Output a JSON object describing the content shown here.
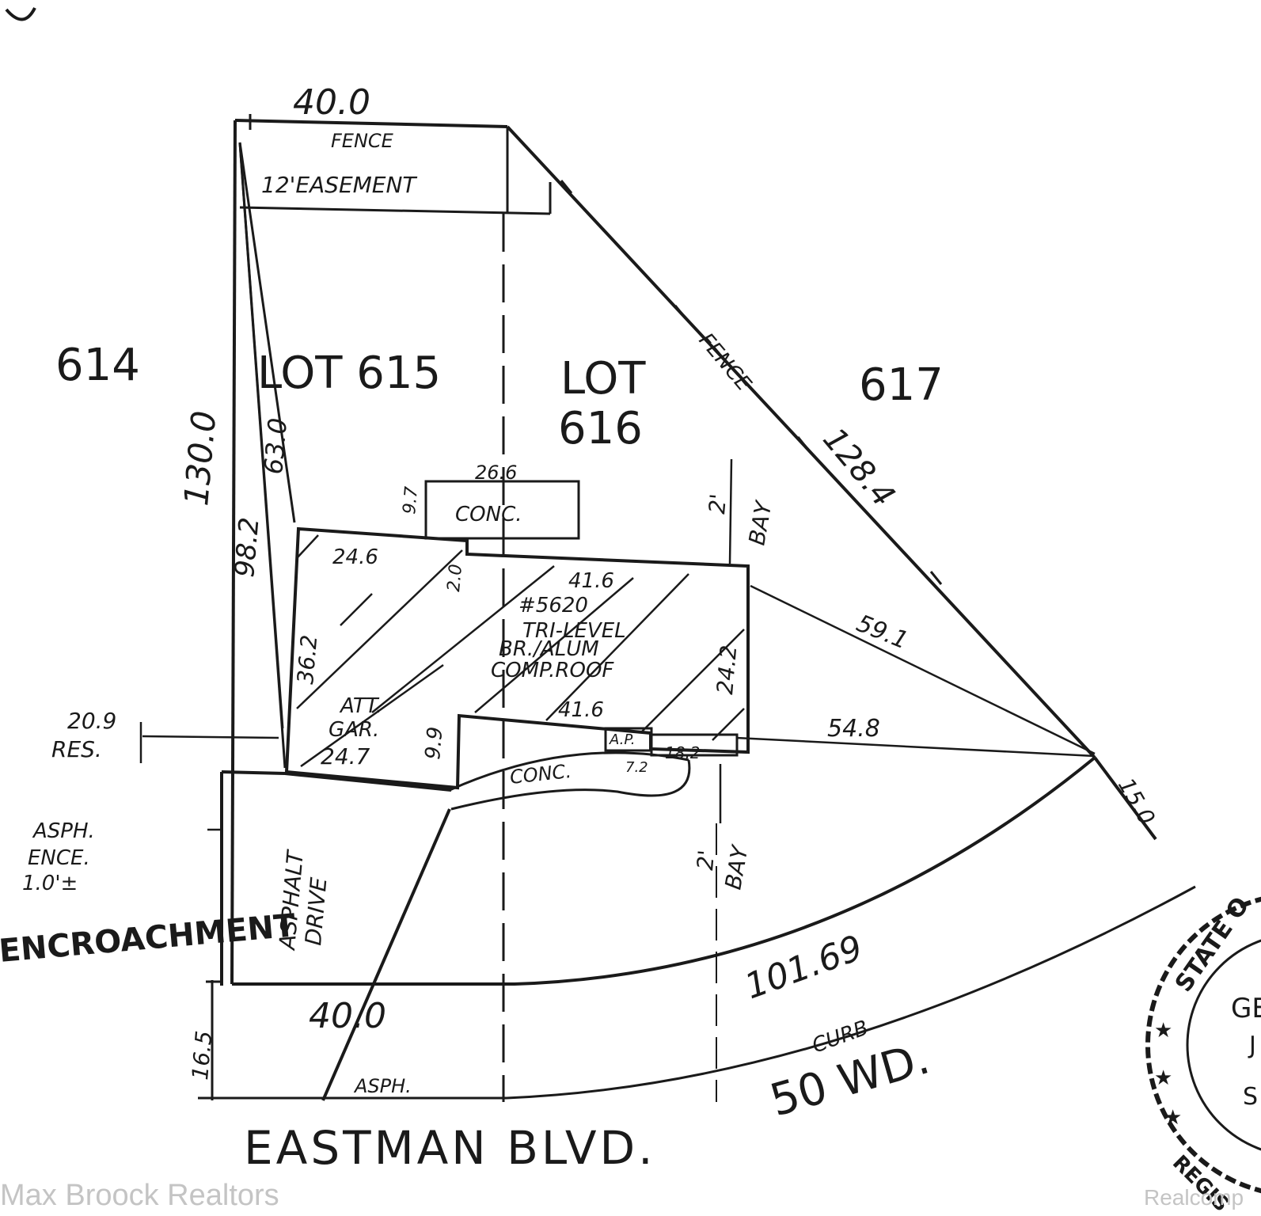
{
  "labels": {
    "top_40": "40.0",
    "fence_top": "FENCE",
    "easement": "12'EASEMENT",
    "lot_614": "614",
    "lot_615": "LOT 615",
    "lot_616_a": "LOT",
    "lot_616_b": "616",
    "lot_617": "617",
    "fence_diag": "FENCE",
    "len_128": "128.4",
    "len_130": "130.0",
    "len_98": "98.2",
    "len_63": "63.0",
    "conc_w": "26.6",
    "conc_h": "9.7",
    "conc_top": "CONC.",
    "bay_top_2": "2'",
    "bay_top": "BAY",
    "len_24_6": "24.6",
    "len_2_0": "2.0",
    "len_41_6_top": "41.6",
    "house_1": "#5620",
    "house_2": "TRI-LEVEL",
    "house_3": "BR./ALUM",
    "house_4": "COMP.ROOF",
    "len_36_2": "36.2",
    "len_24_2": "24.2",
    "len_59_1": "59.1",
    "res_1": "20.9",
    "res_2": "RES.",
    "gar_1": "ATT.",
    "gar_2": "GAR.",
    "len_9_9": "9.9",
    "len_41_6_bot": "41.6",
    "ap": "A.P.",
    "len_54_8": "54.8",
    "len_24_7": "24.7",
    "conc_bot": "CONC.",
    "len_7_2": "7.2",
    "len_18_2": "18.2",
    "asph_1": "ASPH.",
    "asph_2": "ENCE.",
    "asph_3": "1.0'±",
    "encroachment": "ENCROACHMENT",
    "drive_1": "ASPHALT",
    "drive_2": "DRIVE",
    "bay_bot_2": "2'",
    "bay_bot": "BAY",
    "len_15_0": "15.0",
    "len_101_69": "101.69",
    "len_16_5": "16.5",
    "bottom_40": "40.0",
    "curb": "CURB",
    "asph_road": "ASPH.",
    "wd_50": "50 WD.",
    "street": "EASTMAN BLVD.",
    "seal_1": "STATE O",
    "seal_2": "GE",
    "seal_3": "J",
    "seal_4": "S",
    "seal_5": "REGIS",
    "watermark_left": "Max Broock Realtors",
    "watermark_right": "Realcomp"
  }
}
